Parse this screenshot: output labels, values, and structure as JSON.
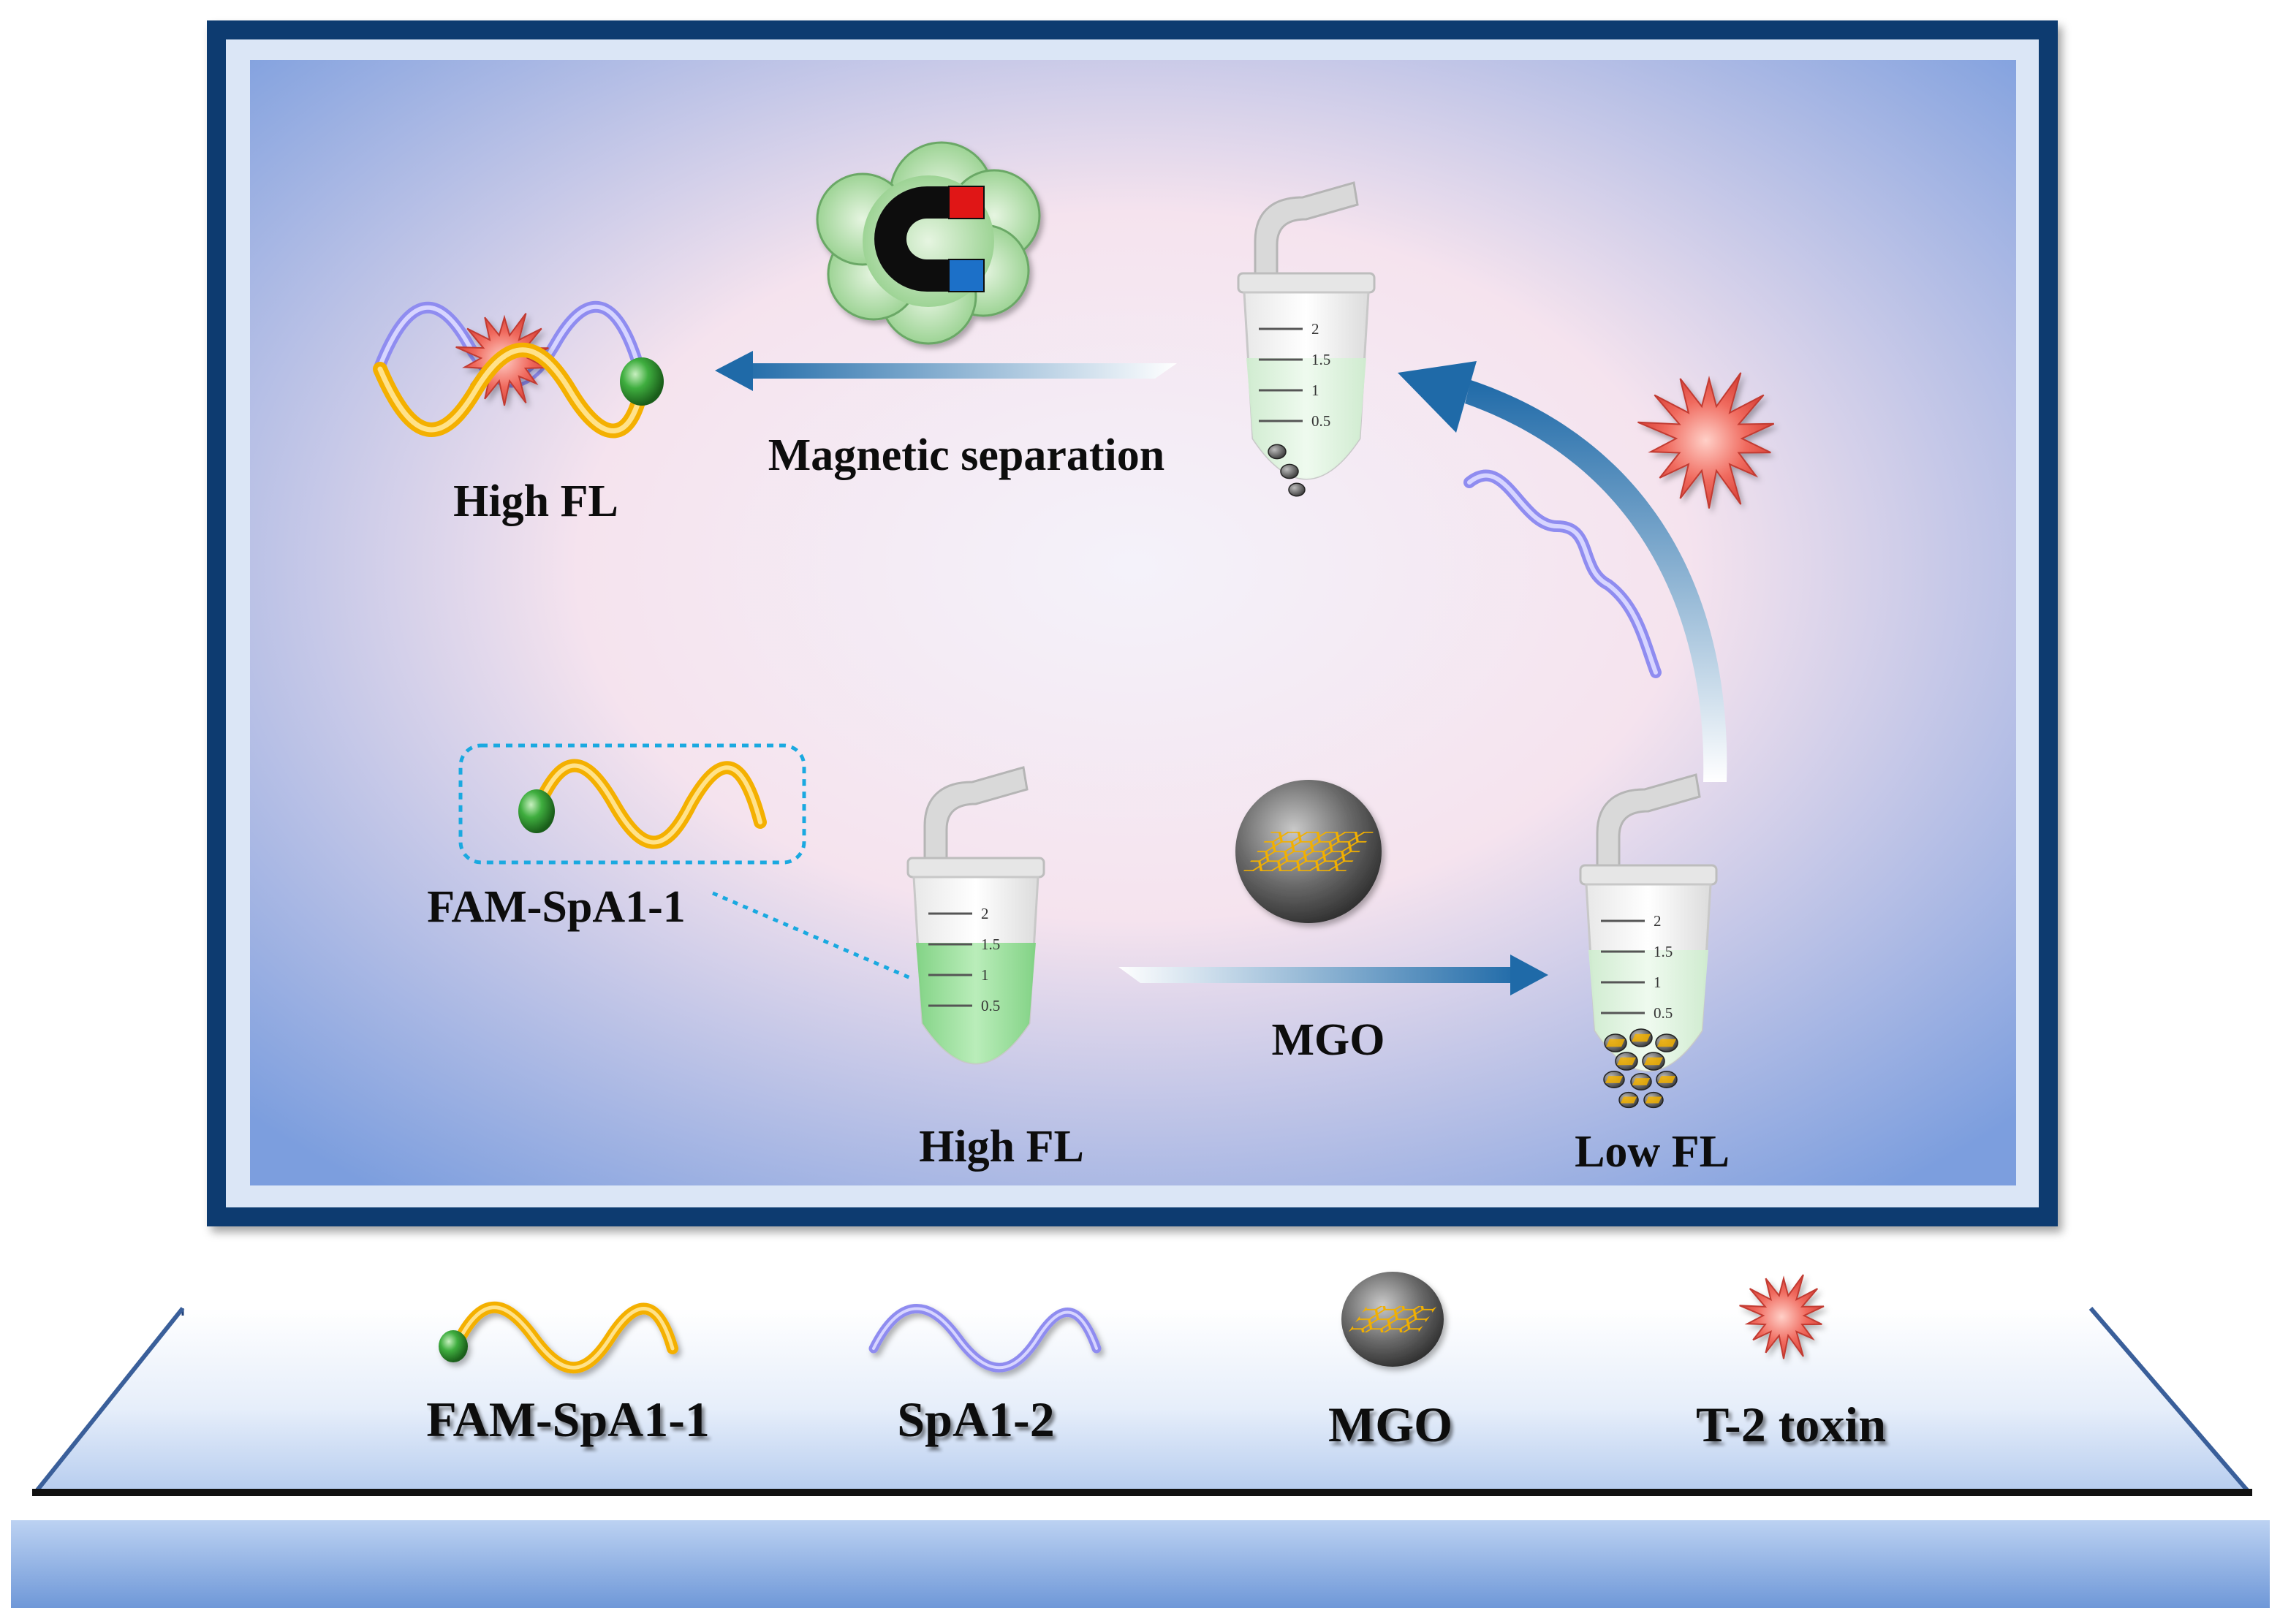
{
  "cycle": {
    "top_left_result": "High FL",
    "magnetic_step": "Magnetic separation",
    "probe_label": "FAM-SpA1-1",
    "initial_state": "High FL",
    "mgo_step": "MGO",
    "quenched_state": "Low FL"
  },
  "tube_scale": [
    "2",
    "1.5",
    "1",
    "0.5"
  ],
  "legend": {
    "items": [
      {
        "label": "FAM-SpA1-1"
      },
      {
        "label": "SpA1-2"
      },
      {
        "label": "MGO"
      },
      {
        "label": "T-2 toxin"
      }
    ]
  },
  "colors": {
    "frame": "#0c3a70",
    "aptamer": "#f4b000",
    "complementary_strand": "#8f8cf0",
    "fluorophore": "#2f9a2f",
    "toxin": "#ef6b60",
    "arrow": "#1f6aa8",
    "solution": "#a5e3a6",
    "magnet_red": "#e01818",
    "magnet_blue": "#1c70c8",
    "cloud": "#b8e2b0"
  }
}
